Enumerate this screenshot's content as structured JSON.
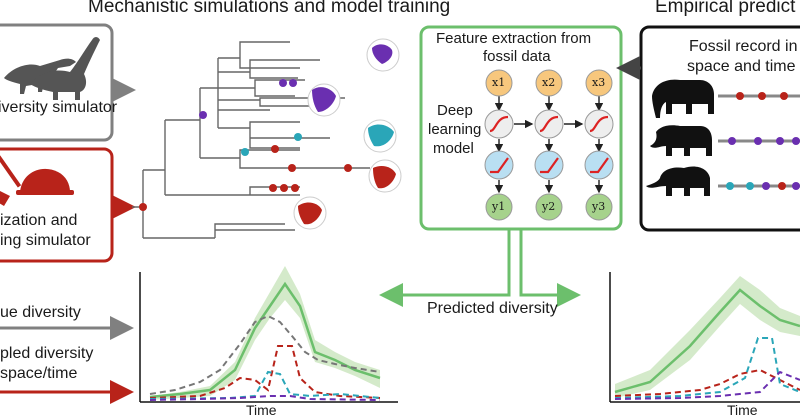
{
  "titles": {
    "left": "Mechanistic simulations and model training",
    "right": "Empirical predict"
  },
  "sim_boxes": {
    "diversity": "iversity simulator",
    "fossil_line1": "ization and",
    "fossil_line2": "ing simulator"
  },
  "feature_box": {
    "title_line1": "Feature extraction from",
    "title_line2": "fossil data",
    "dl_line1": "Deep",
    "dl_line2": "learning",
    "dl_line3": "model",
    "inputs": [
      "x1",
      "x2",
      "x3"
    ],
    "outputs": [
      "y1",
      "y2",
      "y3"
    ]
  },
  "fossil_box": {
    "line1": "Fossil record in",
    "line2": "space and time"
  },
  "legend": {
    "true_diversity": "ue diversity",
    "sampled_line1": "pled diversity",
    "sampled_line2": "space/time"
  },
  "predicted_label": "Predicted diversity",
  "axis": {
    "left_xlabel": "Time",
    "right_xlabel": "Time"
  },
  "colors": {
    "grey": "#808080",
    "red": "#b8231a",
    "green": "#6cbf6c",
    "purple": "#6a2fb0",
    "teal": "#2aa6b8",
    "node_orange": "#f7c77d",
    "node_blue": "#b9dff2",
    "node_green": "#a6d28c"
  }
}
